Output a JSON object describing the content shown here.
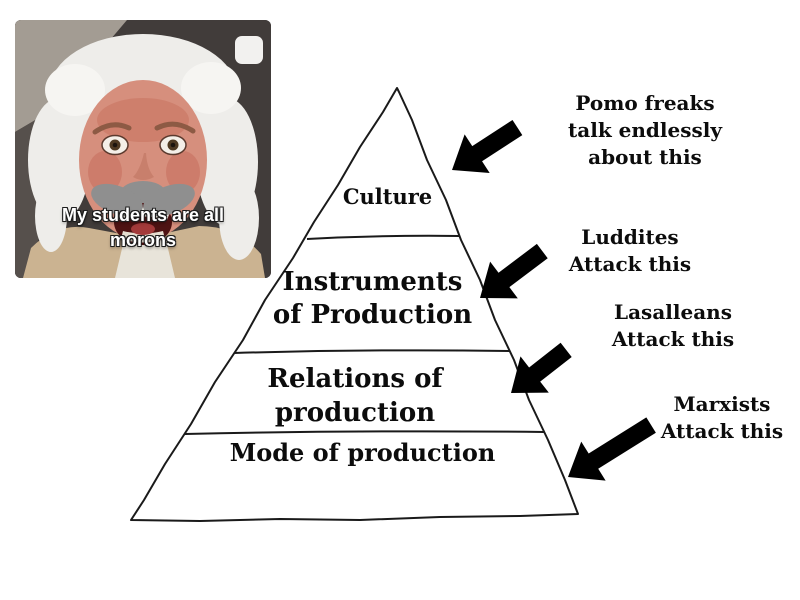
{
  "meme": {
    "description": "screaming man wearing white Karl Marx wig and gray mustache filter",
    "caption": [
      "My students are all",
      "morons"
    ]
  },
  "pyramid": {
    "layers": [
      {
        "lines": [
          "Culture"
        ]
      },
      {
        "lines": [
          "Instruments",
          "of Production"
        ]
      },
      {
        "lines": [
          "Relations of",
          "production"
        ]
      },
      {
        "lines": [
          "Mode of production"
        ]
      }
    ]
  },
  "annotations": [
    {
      "lines": [
        "Pomo freaks",
        "talk endlessly",
        "about this"
      ]
    },
    {
      "lines": [
        "Luddites",
        "Attack this"
      ]
    },
    {
      "lines": [
        "Lasalleans",
        "Attack this"
      ]
    },
    {
      "lines": [
        "Marxists",
        "Attack this"
      ]
    }
  ],
  "icons": {
    "arrow": "thick-arrow-pointing-down-left"
  },
  "colors": {
    "ink": "#1a1a1a",
    "paper": "#ffffff",
    "caption_text": "#ffffff",
    "wig_white": "#eeedea",
    "mustache_gray": "#8f8f8f",
    "skin": "#d68f7d"
  }
}
